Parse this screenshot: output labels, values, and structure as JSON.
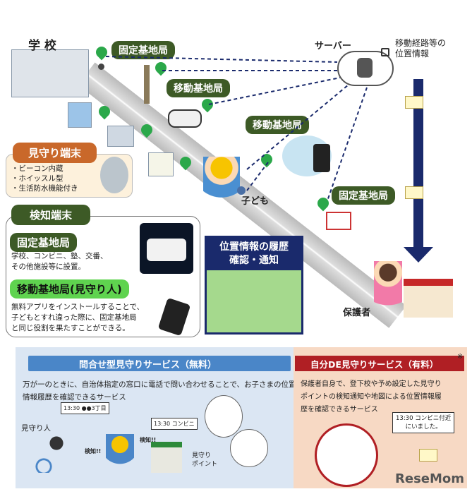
{
  "top": {
    "school": "学 校",
    "fixed_station_1": "固定基地局",
    "mobile_station_1": "移動基地局",
    "mobile_station_2": "移動基地局",
    "fixed_station_2": "固定基地局",
    "server": "サーバー",
    "server_note": "移動経路等の\n位置情報",
    "child": "子ども",
    "guardian": "保護者",
    "history_title": "位置情報の履歴\n確認・通知"
  },
  "watch_device": {
    "title": "見守り端末",
    "features": [
      "・ビーコン内蔵",
      "・ホイッスル型",
      "・生活防水機能付き"
    ]
  },
  "detect_device": {
    "title": "検知端末",
    "fixed_title": "固定基地局",
    "fixed_desc": "学校、コンビニ、塾、交番、\nその他施設等に設置。",
    "mobile_title": "移動基地局(見守り人)",
    "mobile_desc": "無料アプリをインストールすることで、\n子どもとすれ違った際に、固定基地局\nと同じ役割を果たすことができる。"
  },
  "free_service": {
    "title": "問合せ型見守りサービス（無料）",
    "desc": "万が一のときに、自治体指定の窓口に電話で問い合わせることで、お子さまの位置\n情報履歴を確認できるサービス",
    "watcher": "見守り人",
    "bubble1": "13:30 ●●3丁目",
    "bubble2": "13:30 コンビニ",
    "detect1": "検知!!",
    "detect2": "検知!!",
    "point": "見守り\nポイント"
  },
  "paid_service": {
    "title": "自分DE見守りサービス（有料）",
    "mark": "※",
    "desc": "保護者自身で、登下校や予め設定した見守り\nポイントの検知通知や地図による位置情報履\n歴を確認できるサービス",
    "bubble": "13:30 コンビニ付近\nにいました。"
  },
  "watermark": "ReseMom",
  "colors": {
    "dark_green": "#3d5a26",
    "light_green": "#5fd34f",
    "orange": "#c9682a",
    "navy": "#1a2a6c",
    "blue_arrow": "#4a86c8",
    "red_arrow": "#b01f24"
  }
}
